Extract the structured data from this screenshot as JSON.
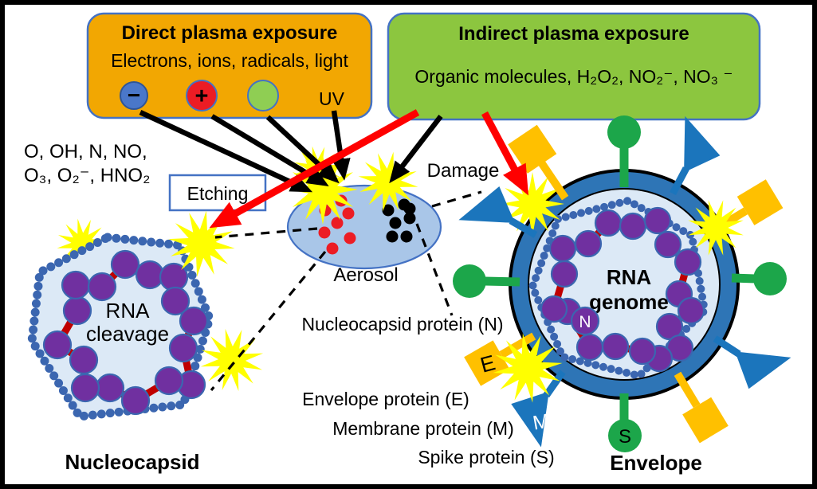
{
  "figure": {
    "direct_box": {
      "title": "Direct plasma exposure",
      "subtitle": "Electrons, ions, radicals, light",
      "electron_symbol": "−",
      "ion_symbol": "+",
      "uv_label": "UV"
    },
    "indirect_box": {
      "title": "Indirect plasma exposure",
      "subtitle": "Organic molecules, H₂O₂, NO₂⁻, NO₃ ⁻"
    },
    "reactive_species": {
      "line1": "O, OH, N, NO,",
      "line2": "O₃, O₂⁻, HNO₂"
    },
    "labels": {
      "etching": "Etching",
      "damage": "Damage",
      "aerosol": "Aerosol",
      "nucleocapsid_caption": "Nucleocapsid",
      "envelope_caption": "Envelope"
    },
    "nucleocapsid": {
      "rna_line1": "RNA",
      "rna_line2": "cleavage"
    },
    "envelope_virus": {
      "rna_line1": "RNA",
      "rna_line2": "genome",
      "n_badge": "N",
      "e_badge": "E",
      "m_badge": "M",
      "s_badge": "S"
    },
    "protein_labels": {
      "nucleocapsid": "Nucleocapsid protein (N)",
      "envelope": "Envelope protein (E)",
      "membrane": "Membrane protein (M)",
      "spike": "Spike protein (S)"
    },
    "colors": {
      "direct_box": "#F2A702",
      "indirect_box": "#8CC63F",
      "box_border": "#4472C4",
      "etching_border": "#4472C4",
      "electron_blue": "#4A77C9",
      "ion_red": "#EC1C24",
      "radical_green": "#8FCE53",
      "aerosol_fill": "#A9C6E8",
      "aerosol_border": "#4472C4",
      "starburst": "#FFFF00",
      "arrow_red": "#FF0000",
      "spike_green": "#1CA64A",
      "spike_orange": "#FFC000",
      "spike_blue": "#1B75BC",
      "capsid_fill": "#DCE9F6",
      "bead_blue": "#3B66B0",
      "rna_red": "#C00000",
      "protein_purple": "#7030A0",
      "envelope_ring": "#2E75B6"
    }
  }
}
